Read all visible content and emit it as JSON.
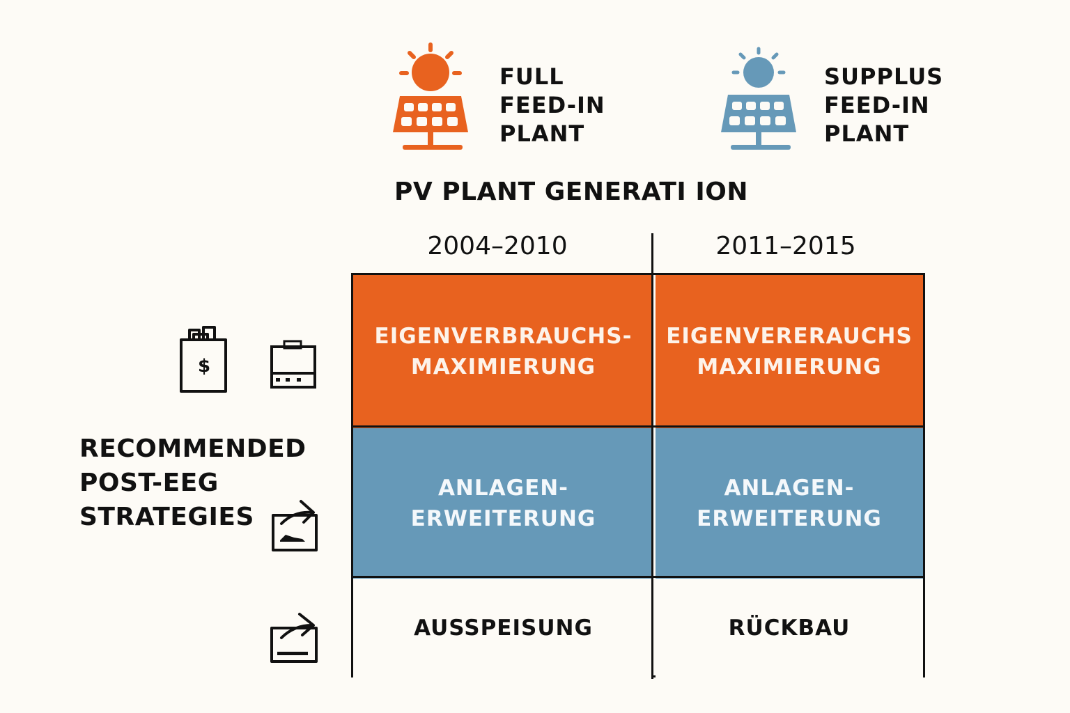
{
  "legend": {
    "full": {
      "label": "FULL\nFEED-IN\nPLANT",
      "color": "#e8621f",
      "icon": "solar-panel-sun-icon"
    },
    "surplus": {
      "label": "SUPPLUS\nFEED-IN\nPLANT",
      "color": "#6699b8",
      "icon": "solar-panel-sun-icon"
    }
  },
  "title": "PV PLANT GENERATI ION",
  "columns": [
    "2004–2010",
    "2011–2015"
  ],
  "side_label": "RECOMMENDED\nPOST-EEG\nSTRATEGIES",
  "rows": [
    {
      "cells": [
        "EIGENVERBRAUCHS-\nMAXIMIERUNG",
        "EIGENVERERAUCHS\nMAXIMIERUNG"
      ],
      "color": "#e8621f"
    },
    {
      "cells": [
        "ANLAGEN-\nERWEITERUNG",
        "ANLAGEN-\nERWEITERUNG"
      ],
      "color": "#6699b8"
    },
    {
      "cells": [
        "AUSSPEISUNG",
        "RÜCKBAU"
      ],
      "color": "#fdfbf6"
    }
  ],
  "row_icons": [
    "money-bag-icon",
    "battery-box-icon",
    "export-arrow-icon",
    "export-arrow-icon"
  ]
}
